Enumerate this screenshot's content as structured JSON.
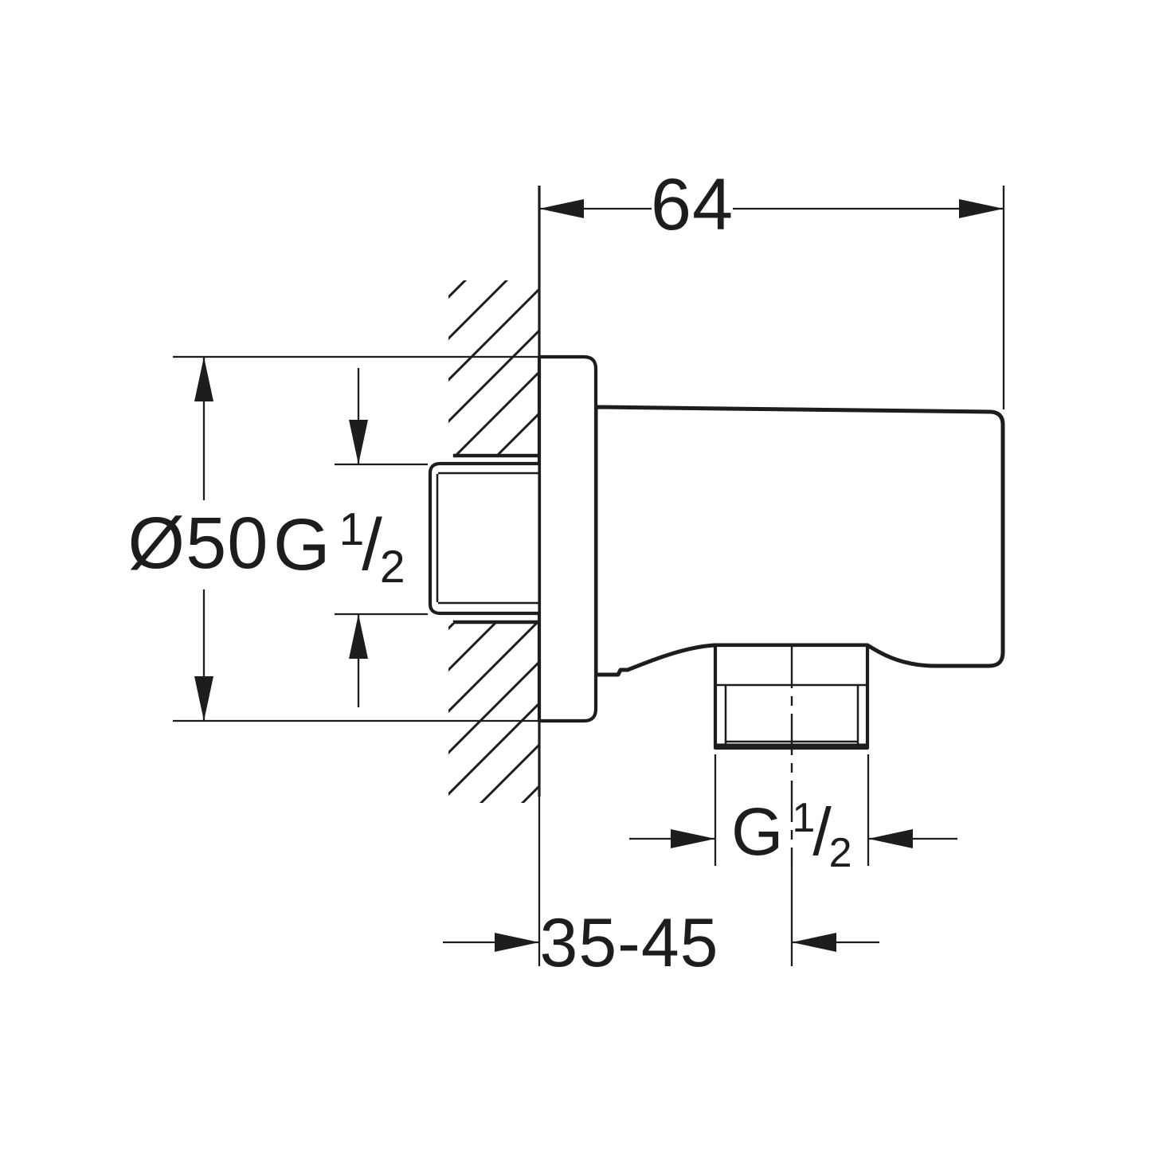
{
  "drawing_labels": {
    "width_mm": "64",
    "escutcheon_diameter": "Ø50",
    "inlet_thread": {
      "letter": "G",
      "numerator": "1",
      "slash": "/",
      "denominator": "2"
    },
    "outlet_thread": {
      "letter": "G",
      "numerator": "1",
      "slash": "/",
      "denominator": "2"
    },
    "wall_distance_range": "35-45"
  },
  "colors": {
    "line": "#1d1d1b",
    "background": "#ffffff"
  }
}
